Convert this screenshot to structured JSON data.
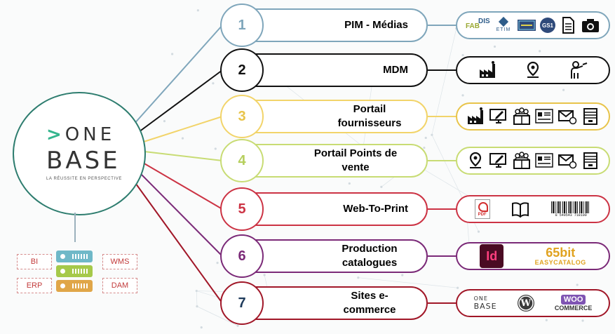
{
  "colors": {
    "hub": "#2e7d6f",
    "row1": "#7fa6bb",
    "row2": "#111111",
    "row3": "#f2d46a",
    "row4": "#c8dc74",
    "row5": "#cc3344",
    "row6": "#7b2a78",
    "row7": "#a11728"
  },
  "hub": {
    "line1": "ONE",
    "line2": "BASE",
    "tagline": "LA RÉUSSITE EN PERSPECTIVE"
  },
  "systems": [
    "BI",
    "WMS",
    "ERP",
    "DAM"
  ],
  "rows": [
    {
      "number": "1",
      "label": "PIM - Médias",
      "tools": [
        "fab-dis-logo",
        "etim-logo",
        "product-sheet-icon",
        "gs1-logo",
        "document-icon",
        "camera-icon"
      ]
    },
    {
      "number": "2",
      "label": "MDM",
      "tools": [
        "factory-icon",
        "location-pin-icon",
        "presenter-icon"
      ]
    },
    {
      "number": "3",
      "label": "Portail fournisseurs",
      "tools": [
        "factory-icon",
        "monitor-edit-icon",
        "product-box-icon",
        "dashboard-icon",
        "mail-icon",
        "cabinet-icon"
      ]
    },
    {
      "number": "4",
      "label": "Portail Points de vente",
      "tools": [
        "location-pin-icon",
        "monitor-edit-icon",
        "product-box-icon",
        "dashboard-icon",
        "mail-icon",
        "cabinet-icon"
      ]
    },
    {
      "number": "5",
      "label": "Web-To-Print",
      "tools": [
        "pdf-icon",
        "book-icon",
        "barcode-icon"
      ]
    },
    {
      "number": "6",
      "label": "Production catalogues",
      "tools": [
        "indesign-logo",
        "easycatalog-logo"
      ]
    },
    {
      "number": "7",
      "label": "Sites e-commerce",
      "tools": [
        "onebase-logo",
        "wordpress-logo",
        "woocommerce-logo"
      ]
    }
  ],
  "tool_text": {
    "fab": "FAB",
    "dis": "DIS",
    "etim": "ETIM",
    "gs1": "GS1",
    "pdf": "PDF",
    "barcode_digits": "8 549543 718100",
    "indesign": "Id",
    "easycatalog_top": "65bit",
    "easycatalog_bottom": "EASYCATALOG",
    "onebase_top": "ONE",
    "onebase_bottom": "BASE",
    "wordpress": "W",
    "woo_top": "WOO",
    "woo_bottom": "COMMERCE"
  }
}
